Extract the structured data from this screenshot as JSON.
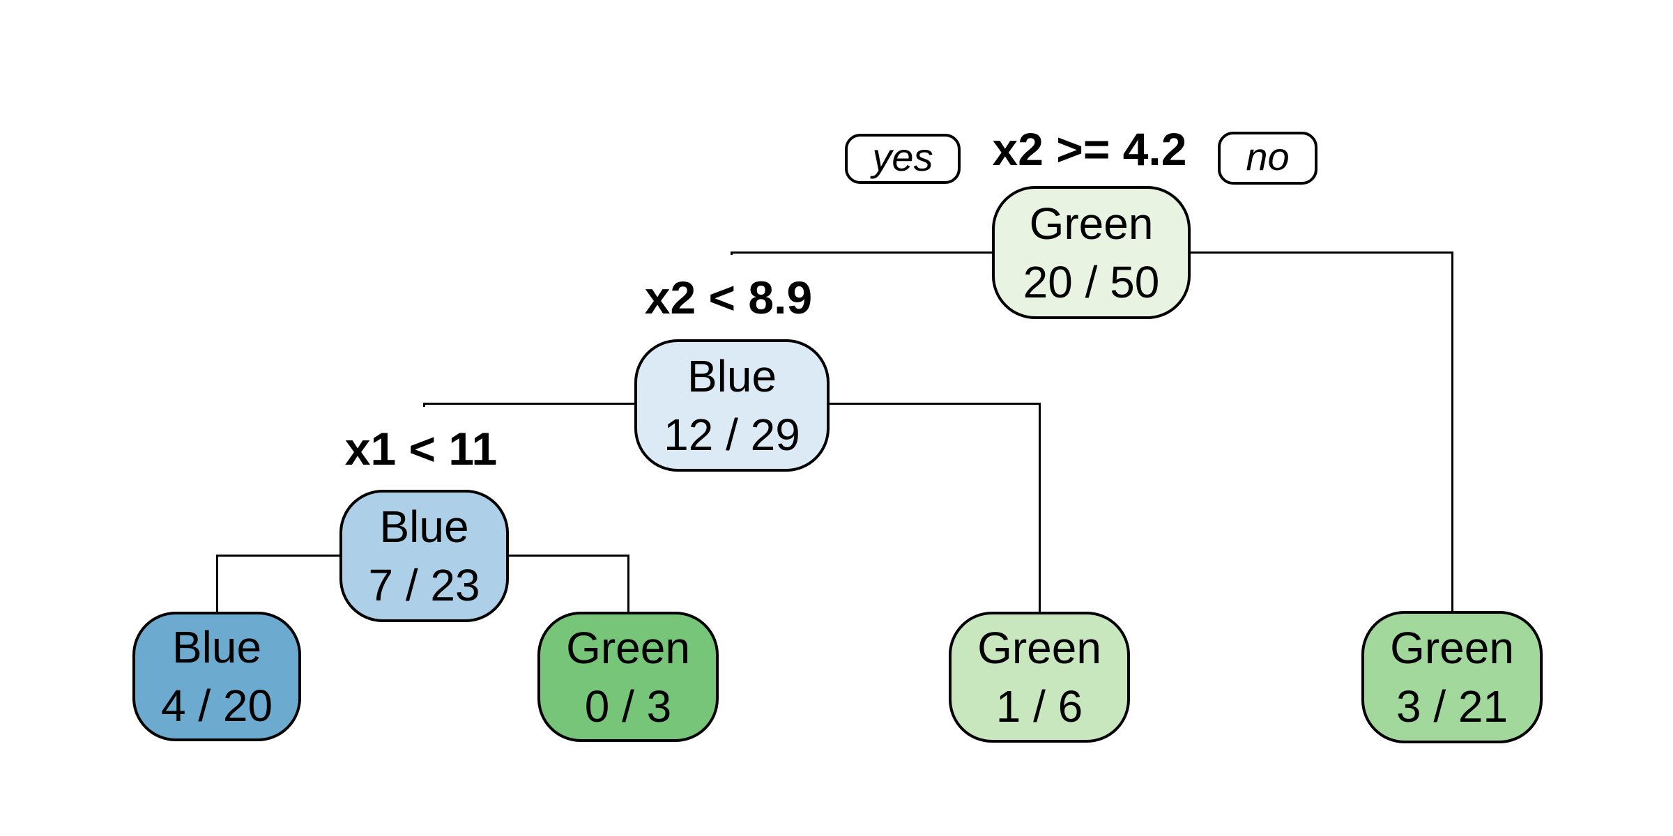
{
  "figure": {
    "type": "decision-tree-plot",
    "background": "#ffffff",
    "line_color": "#000000",
    "text_color": "#000000",
    "yes_label": "yes",
    "no_label": "no"
  },
  "nodes": [
    {
      "id": "root",
      "class": "Green",
      "count": "20 / 50",
      "split": "x2 >= 4.2",
      "fill": "#e8f4e1",
      "depth": 0,
      "branch": null,
      "leaf": false
    },
    {
      "id": "node-1",
      "class": "Blue",
      "count": "12 / 29",
      "split": "x2 < 8.9",
      "fill": "#dbeaf5",
      "depth": 1,
      "branch": "yes",
      "leaf": false
    },
    {
      "id": "node-2",
      "class": "Blue",
      "count": "7 / 23",
      "split": "x1 < 11",
      "fill": "#adcfe7",
      "depth": 2,
      "branch": "yes",
      "leaf": false
    },
    {
      "id": "leaf-1",
      "class": "Blue",
      "count": "4 / 20",
      "split": null,
      "fill": "#6caacf",
      "depth": 3,
      "branch": "yes",
      "leaf": true
    },
    {
      "id": "leaf-2",
      "class": "Green",
      "count": "0 / 3",
      "split": null,
      "fill": "#77c579",
      "depth": 3,
      "branch": "no",
      "leaf": true
    },
    {
      "id": "leaf-3",
      "class": "Green",
      "count": "1 / 6",
      "split": null,
      "fill": "#c8e7bf",
      "depth": 2,
      "branch": "no",
      "leaf": true
    },
    {
      "id": "leaf-4",
      "class": "Green",
      "count": "3 / 21",
      "split": null,
      "fill": "#a3d89d",
      "depth": 1,
      "branch": "no",
      "leaf": true
    }
  ]
}
